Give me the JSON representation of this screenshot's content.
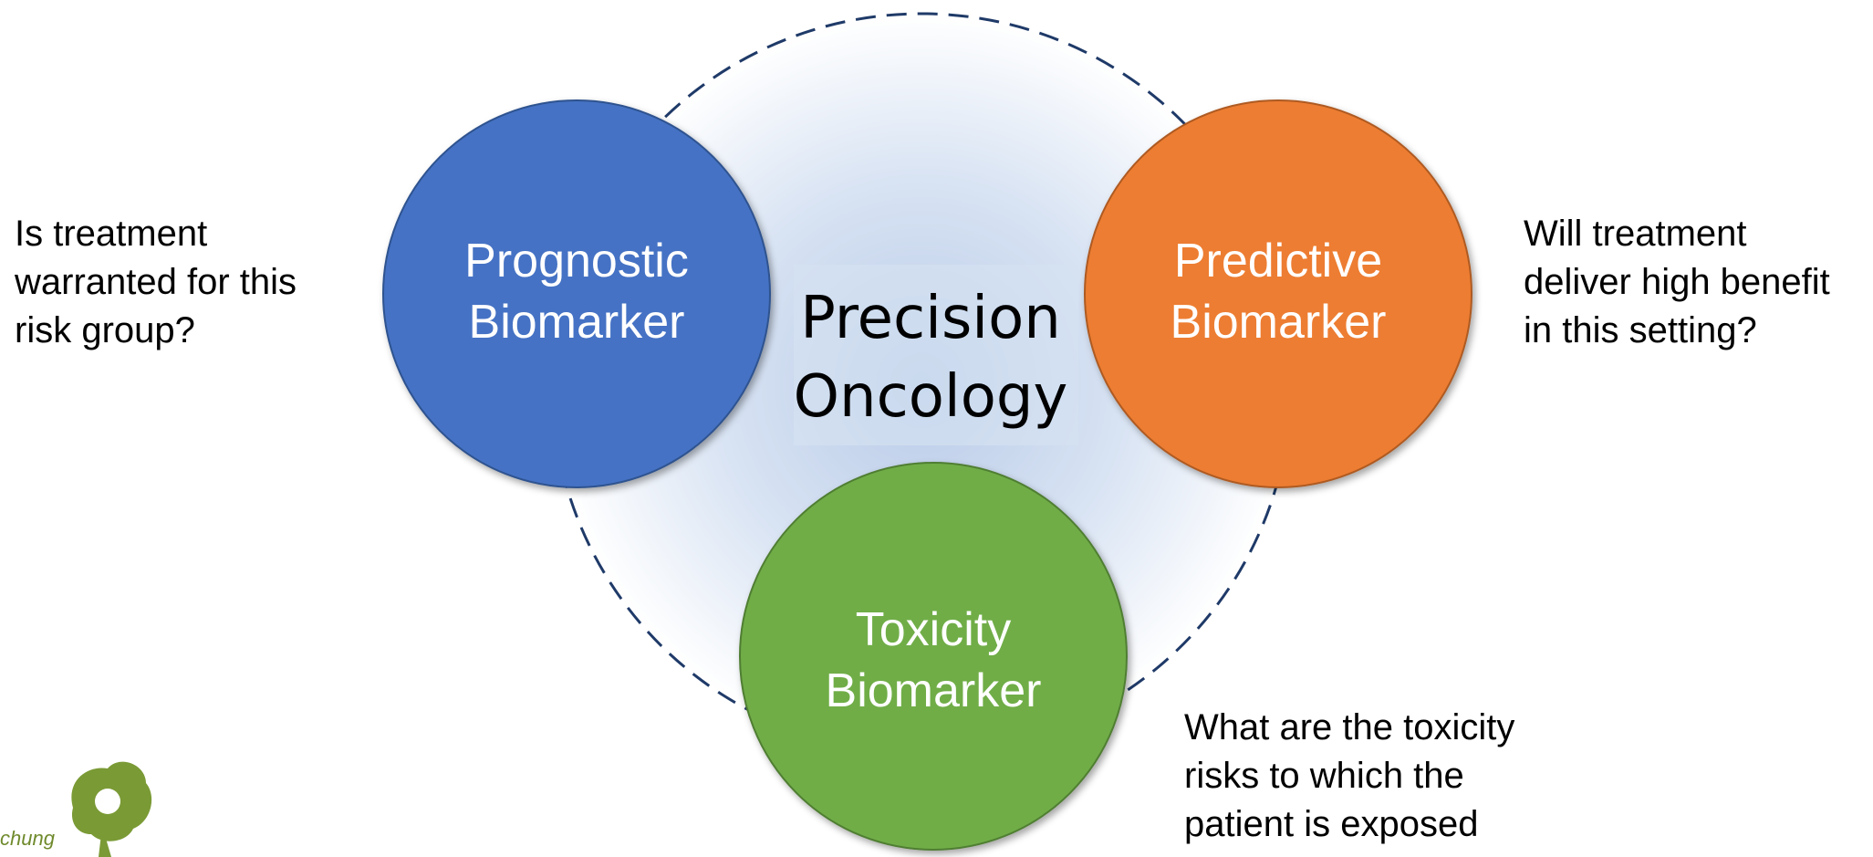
{
  "center": {
    "line1": "Precision",
    "line2": "Oncology"
  },
  "nodes": [
    {
      "id": "prognostic",
      "line1": "Prognostic",
      "line2": "Biomarker",
      "color": "#4472c4",
      "question": [
        "Is treatment",
        "warranted for this",
        "risk group?"
      ]
    },
    {
      "id": "predictive",
      "line1": "Predictive",
      "line2": "Biomarker",
      "color": "#ed7d31",
      "question": [
        "Will treatment",
        "deliver high benefit",
        "in this setting?"
      ]
    },
    {
      "id": "toxicity",
      "line1": "Toxicity",
      "line2": "Biomarker",
      "color": "#70ad47",
      "question": [
        "What are the toxicity",
        "risks to which the",
        "patient is exposed"
      ]
    }
  ],
  "colors": {
    "dashed_ring": "#1f3a68",
    "center_glow": "#c5d5ec",
    "logo": "#7a9a35"
  },
  "logo": {
    "text": "chung",
    "icon": "organization-logo-icon"
  }
}
